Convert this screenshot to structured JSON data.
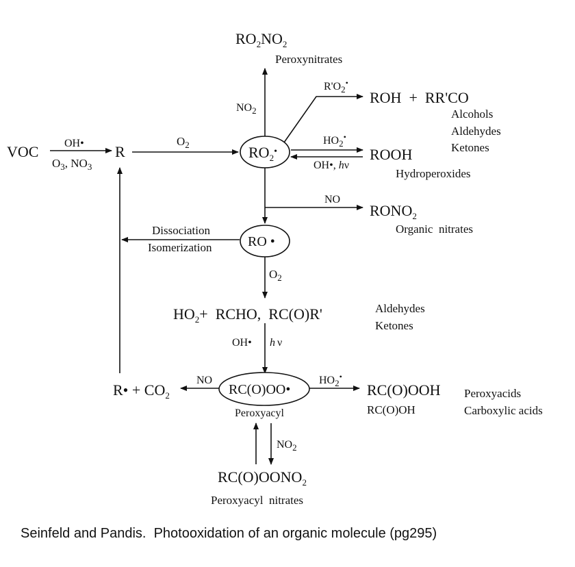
{
  "species": {
    "voc": "VOC",
    "r": "R",
    "ro2no2_a": "RO",
    "ro2no2_b": "2",
    "ro2no2_c": "NO",
    "ro2no2_d": "2",
    "roh_rrco": "ROH  +  RR'CO",
    "ro2_a": "RO",
    "ro2_b": "2",
    "ro2_c": "•",
    "rooh": "ROOH",
    "rono2_a": "RONO",
    "rono2_b": "2",
    "ro": "RO •",
    "ho2_a": "HO",
    "ho2_b": "2",
    "ho2_c": "+  RCHO,  RC(O)R'",
    "rcooo": "RC(O)OO•",
    "rcoooh": "RC(O)OOH",
    "rcooh": "RC(O)OH",
    "rco2_a": "R• + CO",
    "rco2_b": "2",
    "pan_a": "RC(O)OONO",
    "pan_b": "2"
  },
  "reagents": {
    "oh": "OH•",
    "o3no3_a": "O",
    "o3no3_b": "3",
    "o3no3_c": ", NO",
    "o3no3_d": "3",
    "o2_a": "O",
    "o2_b": "2",
    "no2_a": "NO",
    "no2_b": "2",
    "rprime_a": "R'O",
    "rprime_b": "2",
    "rprime_c": "•",
    "ho2_a": "HO",
    "ho2_b": "2",
    "ho2_c": "•",
    "oh_hv_a": "OH•, ",
    "oh_hv_b": "h",
    "oh_hv_c": "ν",
    "no": "NO",
    "diss": "Dissociation",
    "isom": "Isomerization",
    "o2b_a": "O",
    "o2b_b": "2",
    "oh2": "OH•",
    "hv_a": "h",
    "hv_b": "ν",
    "no_left": "NO",
    "ho2r_a": "HO",
    "ho2r_b": "2",
    "ho2r_c": "•",
    "no2b_a": "NO",
    "no2b_b": "2"
  },
  "labels": {
    "peroxynitrates": "Peroxynitrates",
    "alcohols": "Alcohols",
    "aldehydes": "Aldehydes",
    "ketones": "Ketones",
    "hydroperoxides": "Hydroperoxides",
    "organic_nitrates": "Organic  nitrates",
    "aldehydes2": "Aldehydes",
    "ketones2": "Ketones",
    "peroxyacyl": "Peroxyacyl",
    "peroxyacids": "Peroxyacids",
    "carboxylic": "Carboxylic acids",
    "pan_label": "Peroxyacyl  nitrates"
  },
  "caption": "Seinfeld and Pandis.  Photooxidation of an organic molecule (pg295)"
}
